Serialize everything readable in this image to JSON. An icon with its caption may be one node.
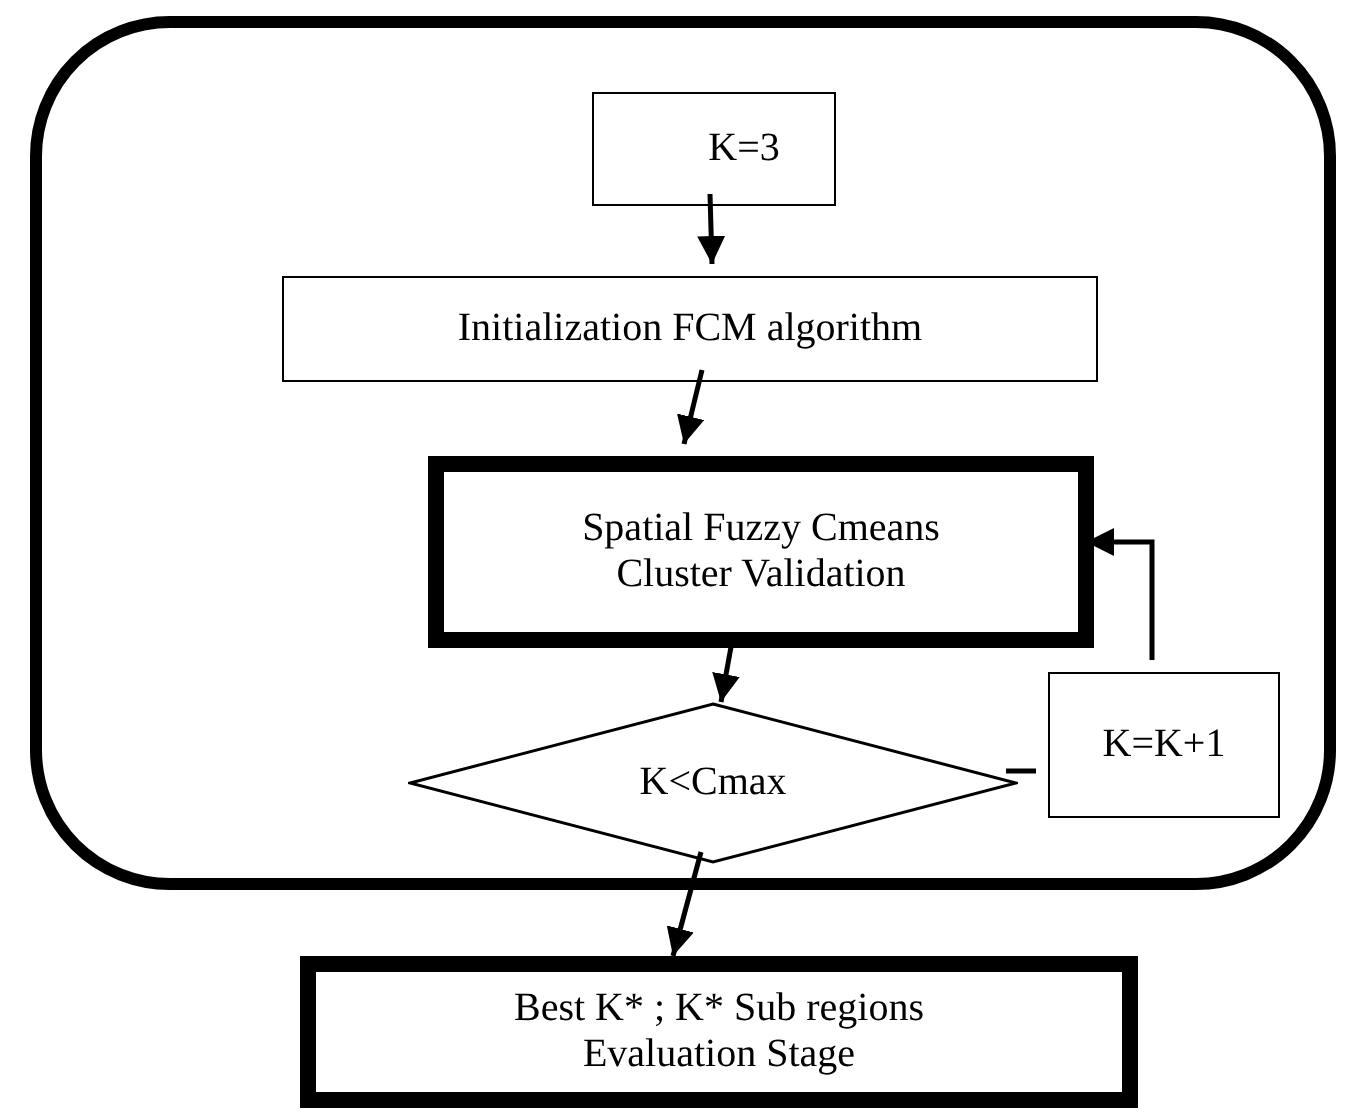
{
  "diagram": {
    "nodes": [
      {
        "text": [],
        "shape": "box"
      },
      {
        "text": [
          "K=3"
        ],
        "in": 0
      },
      {
        "text": [
          "Initialization FCM algorithm"
        ],
        "in": 0
      },
      {
        "text": [
          "Spatial Fuzzy  Cmeans Cluster Validation"
        ],
        "in": 0
      },
      {
        "text": [
          "K<Cmax"
        ],
        "in": 0
      },
      {
        "text": [
          "K=K+1"
        ],
        "in": 0
      },
      {
        "text": [
          "Best K* ; K* Sub regions Evaluation Stage"
        ]
      }
    ],
    "edges": [
      {
        "from": 1,
        "to": 2,
        "arrow": "to"
      },
      {
        "from": 2,
        "to": 3,
        "arrow": "to"
      },
      {
        "from": 3,
        "to": 4,
        "arrow": "to"
      },
      {
        "from": 4,
        "to": 5,
        "arrow": "none"
      },
      {
        "from": 5,
        "to": 3,
        "arrow": "to"
      },
      {
        "from": 4,
        "to": 6,
        "arrow": "to"
      }
    ]
  }
}
